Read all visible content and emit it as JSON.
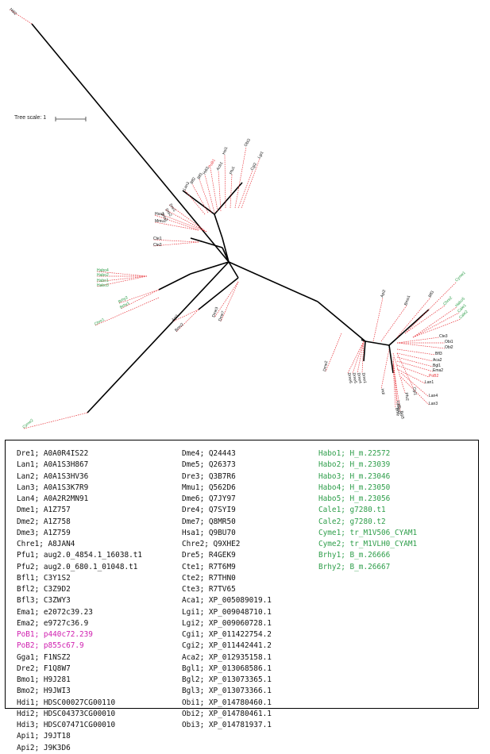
{
  "tree": {
    "scale_label": "Tree scale: 1",
    "colors": {
      "default": "#111111",
      "highlight": "#e8333a",
      "green": "#2e9e4a",
      "magenta": "#d020b0",
      "branch": "#000000",
      "dashed": "#e8333a"
    },
    "leaves": {
      "hdi2": "Hdi2",
      "hdi1": "Hdi1",
      "bfl2_top": "Bfl2",
      "lan3": "Lan3",
      "bfl1": "Bfl1",
      "hdi3": "Hdi3",
      "pob1": "PoB1",
      "hsi1": "Hsi1",
      "obi3": "Obi3",
      "pfu1": "Pfu1",
      "cgi2": "Cgi2",
      "lgi1": "Lgi1",
      "acb1": "Acb1",
      "dre1": "Dre1",
      "dre2": "Dre2",
      "dre3": "Dre3",
      "hsa1": "Hsa1",
      "mmu1": "Mmu1",
      "cte1": "Cte1",
      "cte2": "Cte2",
      "habo4": "Habo4",
      "habo2": "Habo2",
      "habo1": "Habo1",
      "habo3": "Habo3",
      "brhy2": "Brhy2",
      "brhy1": "Brhy1",
      "chre1": "Chre1",
      "api1": "Api1",
      "bmo2": "Bmo2",
      "dme3": "Dme3",
      "dme7": "Dme7",
      "cyme2": "Cyme2",
      "api2": "Api2",
      "bmo1": "Bmo1",
      "bfl3": "Bfl3",
      "cyme1": "Cyme1",
      "chre2": "Chre2",
      "habo5": "Habo5",
      "cale1": "Cale1",
      "cale2": "Cale2",
      "cte3": "Cte3",
      "obi1": "Obi1",
      "obi2": "Obi2",
      "bfl3b": "Bfl3",
      "aca2": "Aca2",
      "bgl1": "Bgl1",
      "ema2": "Ema2",
      "pob2": "PoB2",
      "lan1": "Lan1",
      "lan4": "Lan4",
      "lan3b": "Lan3",
      "dme2": "Dme2",
      "dme6": "Dme6",
      "dme5": "Dme5",
      "dme4": "Dme4",
      "dme1": "Dme1",
      "hdi": "Hdi",
      "pfu2": "Pfu2",
      "cgi1": "Cgi1",
      "lgi2": "Lgi2",
      "gga1": "Gga1",
      "bgl3": "Bgl3",
      "dme8": "Dme"
    }
  },
  "legend": {
    "columns": [
      [
        {
          "text": "Dre1; A0A0R4IS22",
          "color": "default"
        },
        {
          "text": "Lan1; A0A1S3H867",
          "color": "default"
        },
        {
          "text": "Lan2; A0A1S3HV36",
          "color": "default"
        },
        {
          "text": "Lan3; A0A1S3K7R9",
          "color": "default"
        },
        {
          "text": "Lan4; A0A2R2MN91",
          "color": "default"
        },
        {
          "text": "Dme1; A1Z757",
          "color": "default"
        },
        {
          "text": "Dme2; A1Z758",
          "color": "default"
        },
        {
          "text": "Dme3; A1Z759",
          "color": "default"
        },
        {
          "text": "Chre1; A8JAN4",
          "color": "default"
        },
        {
          "text": "Pfu1; aug2.0_4854.1_16038.t1",
          "color": "default"
        },
        {
          "text": "Pfu2; aug2.0_680.1_01048.t1",
          "color": "default"
        },
        {
          "text": "Bfl1; C3Y1S2",
          "color": "default"
        },
        {
          "text": "Bfl2; C3Z9D2",
          "color": "default"
        },
        {
          "text": "Bfl3; C3ZWY3",
          "color": "default"
        },
        {
          "text": "Ema1; e2072c39.23",
          "color": "default"
        },
        {
          "text": "Ema2; e9727c36.9",
          "color": "default"
        },
        {
          "text": "PoB1; p440c72.239",
          "color": "magenta"
        },
        {
          "text": "PoB2; p855c67.9",
          "color": "magenta"
        },
        {
          "text": "Gga1; F1NSZ2",
          "color": "default"
        },
        {
          "text": "Dre2; F1Q8W7",
          "color": "default"
        },
        {
          "text": "Bmo1; H9J281",
          "color": "default"
        },
        {
          "text": "Bmo2; H9JWI3",
          "color": "default"
        },
        {
          "text": "Hdi1; HDSC00027CG00110",
          "color": "default"
        },
        {
          "text": "Hdi2; HDSC04373CG00010",
          "color": "default"
        },
        {
          "text": "Hdi3; HDSC07471CG00010",
          "color": "default"
        },
        {
          "text": "Api1; J9JT18",
          "color": "default"
        },
        {
          "text": "Api2; J9K3D6",
          "color": "default"
        }
      ],
      [
        {
          "text": "Dme4; Q24443",
          "color": "default"
        },
        {
          "text": "Dme5; Q26373",
          "color": "default"
        },
        {
          "text": "Dre3; Q3B7R6",
          "color": "default"
        },
        {
          "text": "Mmu1; Q562D6",
          "color": "default"
        },
        {
          "text": "Dme6; Q7JY97",
          "color": "default"
        },
        {
          "text": "Dre4; Q7SYI9",
          "color": "default"
        },
        {
          "text": "Dme7; Q8MR50",
          "color": "default"
        },
        {
          "text": "Hsa1; Q9BU70",
          "color": "default"
        },
        {
          "text": "Chre2; Q9XHE2",
          "color": "default"
        },
        {
          "text": "Dre5; R4GEK9",
          "color": "default"
        },
        {
          "text": "Cte1; R7T6M9",
          "color": "default"
        },
        {
          "text": "Cte2; R7THN0",
          "color": "default"
        },
        {
          "text": "Cte3; R7TV65",
          "color": "default"
        },
        {
          "text": "Aca1; XP_005089019.1",
          "color": "default"
        },
        {
          "text": "Lgi1; XP_009048710.1",
          "color": "default"
        },
        {
          "text": "Lgi2; XP_009060728.1",
          "color": "default"
        },
        {
          "text": "Cgi1; XP_011422754.2",
          "color": "default"
        },
        {
          "text": "Cgi2; XP_011442441.2",
          "color": "default"
        },
        {
          "text": "Aca2; XP_012935158.1",
          "color": "default"
        },
        {
          "text": "Bgl1; XP_013068586.1",
          "color": "default"
        },
        {
          "text": "Bgl2; XP_013073365.1",
          "color": "default"
        },
        {
          "text": "Bgl3; XP_013073366.1",
          "color": "default"
        },
        {
          "text": "Obi1; XP_014780460.1",
          "color": "default"
        },
        {
          "text": "Obi2; XP_014780461.1",
          "color": "default"
        },
        {
          "text": "Obi3; XP_014781937.1",
          "color": "default"
        }
      ],
      [
        {
          "text": "Habo1; H_m.22572",
          "color": "green"
        },
        {
          "text": "Habo2; H_m.23039",
          "color": "green"
        },
        {
          "text": "Habo3; H_m.23046",
          "color": "green"
        },
        {
          "text": "Habo4; H_m.23050",
          "color": "green"
        },
        {
          "text": "Habo5; H_m.23056",
          "color": "green"
        },
        {
          "text": "Cale1; g7280.t1",
          "color": "green"
        },
        {
          "text": "Cale2; g7280.t2",
          "color": "green"
        },
        {
          "text": "Cyme1; tr_M1V506_CYAM1",
          "color": "green"
        },
        {
          "text": "Cyme2; tr_M1VLH0_CYAM1",
          "color": "green"
        },
        {
          "text": "Brhy1; B_m.26666",
          "color": "green"
        },
        {
          "text": "Brhy2; B_m.26667",
          "color": "green"
        }
      ]
    ]
  }
}
